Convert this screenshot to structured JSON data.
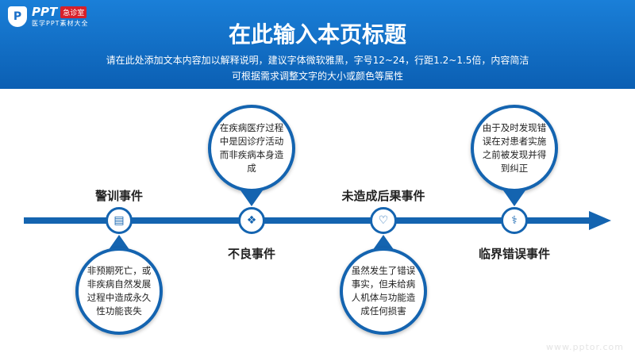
{
  "logo": {
    "mark": "P",
    "name": "PPT",
    "badge": "急诊室",
    "tagline": "医学PPT素材大全"
  },
  "header": {
    "title": "在此输入本页标题",
    "subtitle_line1": "请在此处添加文本内容加以解释说明，建议字体微软雅黑，字号12~24，行距1.2~1.5倍，内容简洁",
    "subtitle_line2": "可根据需求调整文字的大小或颜色等属性"
  },
  "events": [
    {
      "label": "警训事件",
      "icon": "document-search-icon",
      "desc": "非预期死亡，或非疾病自然发展过程中造成永久性功能丧失"
    },
    {
      "label": "不良事件",
      "icon": "dna-icon",
      "desc": "在疾病医疗过程中是因诊疗活动而非疾病本身造成"
    },
    {
      "label": "未造成后果事件",
      "icon": "heartbeat-icon",
      "desc": "虽然发生了错误事实，但未给病人机体与功能造成任何损害"
    },
    {
      "label": "临界错误事件",
      "icon": "doctor-icon",
      "desc": "由于及时发现错误在对患者实施之前被发现并得到纠正"
    }
  ],
  "watermark": "www.pptor.com",
  "colors": {
    "primary": "#1464b0"
  }
}
